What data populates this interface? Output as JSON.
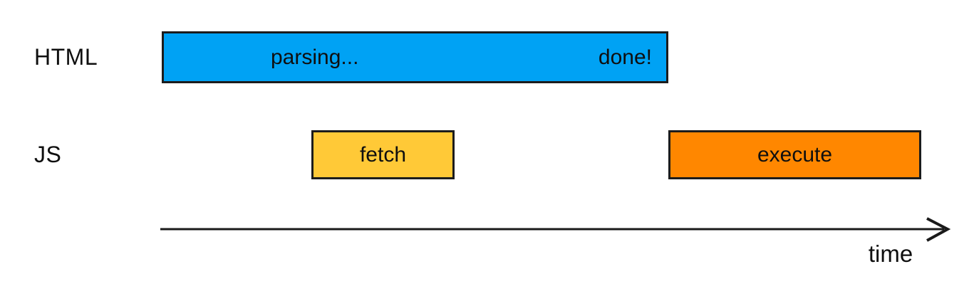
{
  "diagram": {
    "title_hint": "HTML parsing vs JS fetch/execute timeline",
    "background": "#ffffff",
    "text_color": "#0f0f0f",
    "border_color": "#1c1c1c",
    "rows": [
      {
        "id": "html",
        "label": "HTML"
      },
      {
        "id": "js",
        "label": "JS"
      }
    ],
    "bars": {
      "parsing": {
        "row": "HTML",
        "label_progress": "parsing...",
        "label_end": "done!",
        "color": "#00a2f4"
      },
      "fetch": {
        "row": "JS",
        "label": "fetch",
        "color": "#ffc937"
      },
      "execute": {
        "row": "JS",
        "label": "execute",
        "color": "#ff8700"
      }
    },
    "axis": {
      "label": "time",
      "line_color": "#1a1a1a"
    }
  }
}
